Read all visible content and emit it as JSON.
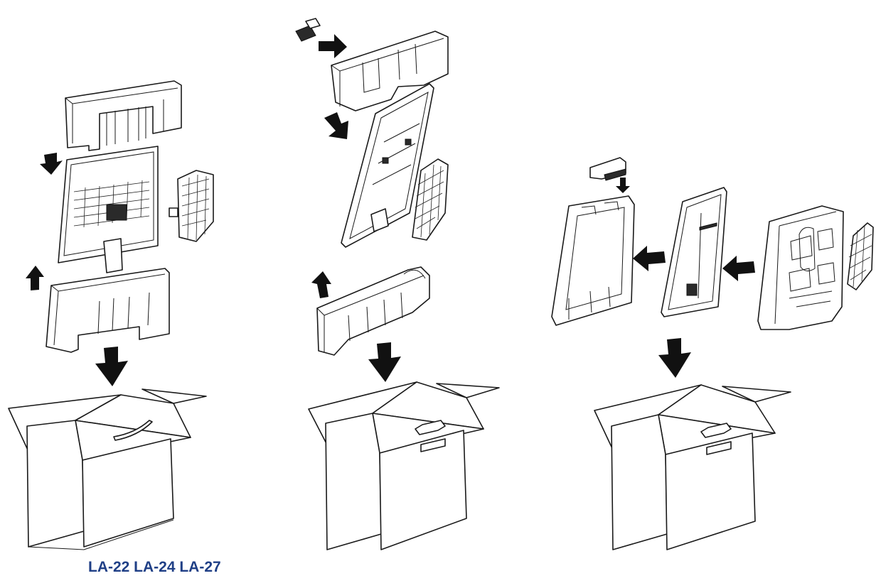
{
  "caption": {
    "text": "LA-22 LA-24 LA-27",
    "color": "#1f3f86"
  },
  "steps": [
    {
      "id": "step-1"
    },
    {
      "id": "step-2"
    },
    {
      "id": "step-3"
    }
  ]
}
